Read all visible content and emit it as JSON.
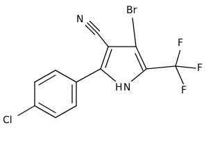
{
  "molecule": {
    "atoms": {
      "nitrogen_nitrile": "N",
      "bromine": "Br",
      "fluorine_top": "F",
      "fluorine_right": "F",
      "fluorine_bottom": "F",
      "pyrrole_nh": "H N",
      "chlorine": "Cl"
    }
  }
}
